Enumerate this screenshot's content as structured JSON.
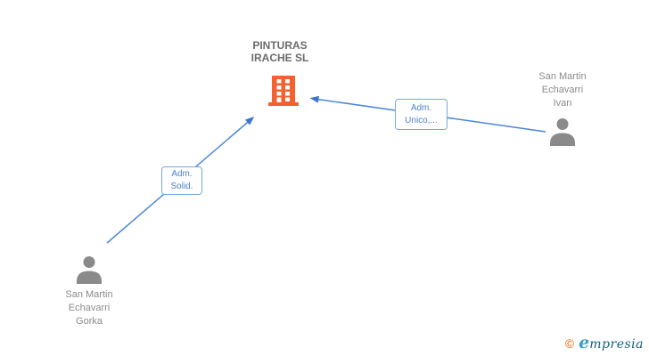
{
  "colors": {
    "edge_blue": "#4a86d8",
    "arrow_blue": "#3d74cc",
    "box_border_blue": "#7aa7e0",
    "box_text_blue": "#4d82cf",
    "company_orange": "#f2612e",
    "person_gray": "#8a8a8a",
    "name_text_gray": "#8a8a8a",
    "title_text_gray": "#6b6b6b",
    "logo_orange": "#f08031",
    "logo_teal": "#136180",
    "logo_light_blue": "#3b9ec4"
  },
  "diagram": {
    "company": {
      "name_lines": [
        "PINTURAS",
        "IRACHE SL"
      ],
      "icon": "building-icon"
    },
    "persons": {
      "ivan": {
        "name_lines": [
          "San Martin",
          "Echavarri",
          "Ivan"
        ],
        "icon": "person-icon"
      },
      "gorka": {
        "name_lines": [
          "San Martin",
          "Echavarri",
          "Gorka"
        ],
        "icon": "person-icon"
      }
    },
    "edges": {
      "gorka_to_company": {
        "label_lines": [
          "Adm.",
          "Solid."
        ]
      },
      "ivan_to_company": {
        "label_lines": [
          "Adm.",
          "Unico,..."
        ]
      }
    }
  },
  "footer": {
    "copyright_symbol": "©",
    "brand_initial": "e",
    "brand_rest": "mpresia"
  }
}
